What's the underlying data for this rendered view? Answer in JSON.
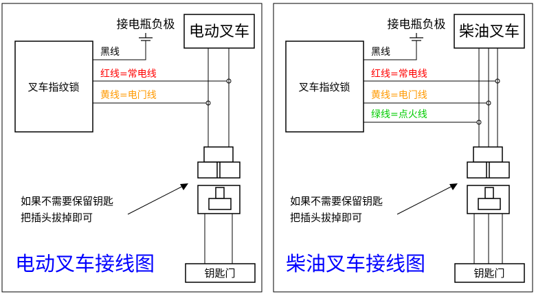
{
  "colors": {
    "line": "#000000",
    "red": "#ff0000",
    "yellow": "#ff9900",
    "green": "#00cc00",
    "title": "#0000ff"
  },
  "panels": [
    {
      "battery_label": "接电瓶负极",
      "truck_label": "电动叉车",
      "lock_label": "叉车指纹锁",
      "wires": [
        "黑线",
        "红线=常电线",
        "黄线=电门线"
      ],
      "note_line1": "如果不需要保留钥匙",
      "note_line2": "把插头拔掉即可",
      "key_label": "钥匙门",
      "title": "电动叉车接线图"
    },
    {
      "battery_label": "接电瓶负极",
      "truck_label": "柴油叉车",
      "lock_label": "叉车指纹锁",
      "wires": [
        "黑线",
        "红线=常电线",
        "黄线=电门线",
        "绿线=点火线"
      ],
      "note_line1": "如果不需要保留钥匙",
      "note_line2": "把插头拔掉即可",
      "key_label": "钥匙门",
      "title": "柴油叉车接线图"
    }
  ]
}
